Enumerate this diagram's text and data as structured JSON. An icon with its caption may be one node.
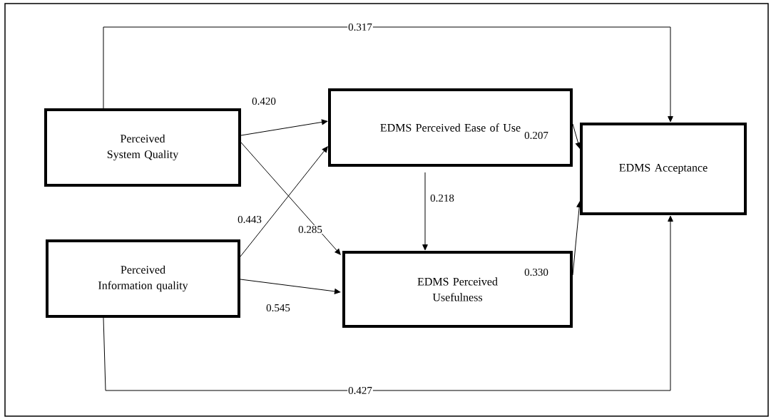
{
  "diagram": {
    "nodes": [
      {
        "text": [
          "Perceived System Quality"
        ]
      },
      {
        "text": [
          "Perceived Information quality"
        ]
      },
      {
        "text": [
          "EDMS Perceived Ease of Use"
        ]
      },
      {
        "text": [
          "EDMS Perceived Usefulness"
        ]
      },
      {
        "text": [
          "EDMS Acceptance"
        ]
      }
    ],
    "edges": [
      {
        "from": 0,
        "to": 4,
        "arrow": "to",
        "label": "0.317"
      },
      {
        "from": 0,
        "to": 2,
        "arrow": "to",
        "label": "0.420"
      },
      {
        "from": 0,
        "to": 3,
        "arrow": "to",
        "label": "0.285"
      },
      {
        "from": 1,
        "to": 2,
        "arrow": "to",
        "label": "0.443"
      },
      {
        "from": 1,
        "to": 3,
        "arrow": "to",
        "label": "0.545"
      },
      {
        "from": 2,
        "to": 3,
        "arrow": "to",
        "label": "0.218"
      },
      {
        "from": 2,
        "to": 4,
        "arrow": "to",
        "label": "0.207"
      },
      {
        "from": 3,
        "to": 4,
        "arrow": "to",
        "label": "0.330"
      },
      {
        "from": 1,
        "to": 4,
        "arrow": "to",
        "label": "0.427"
      }
    ]
  }
}
